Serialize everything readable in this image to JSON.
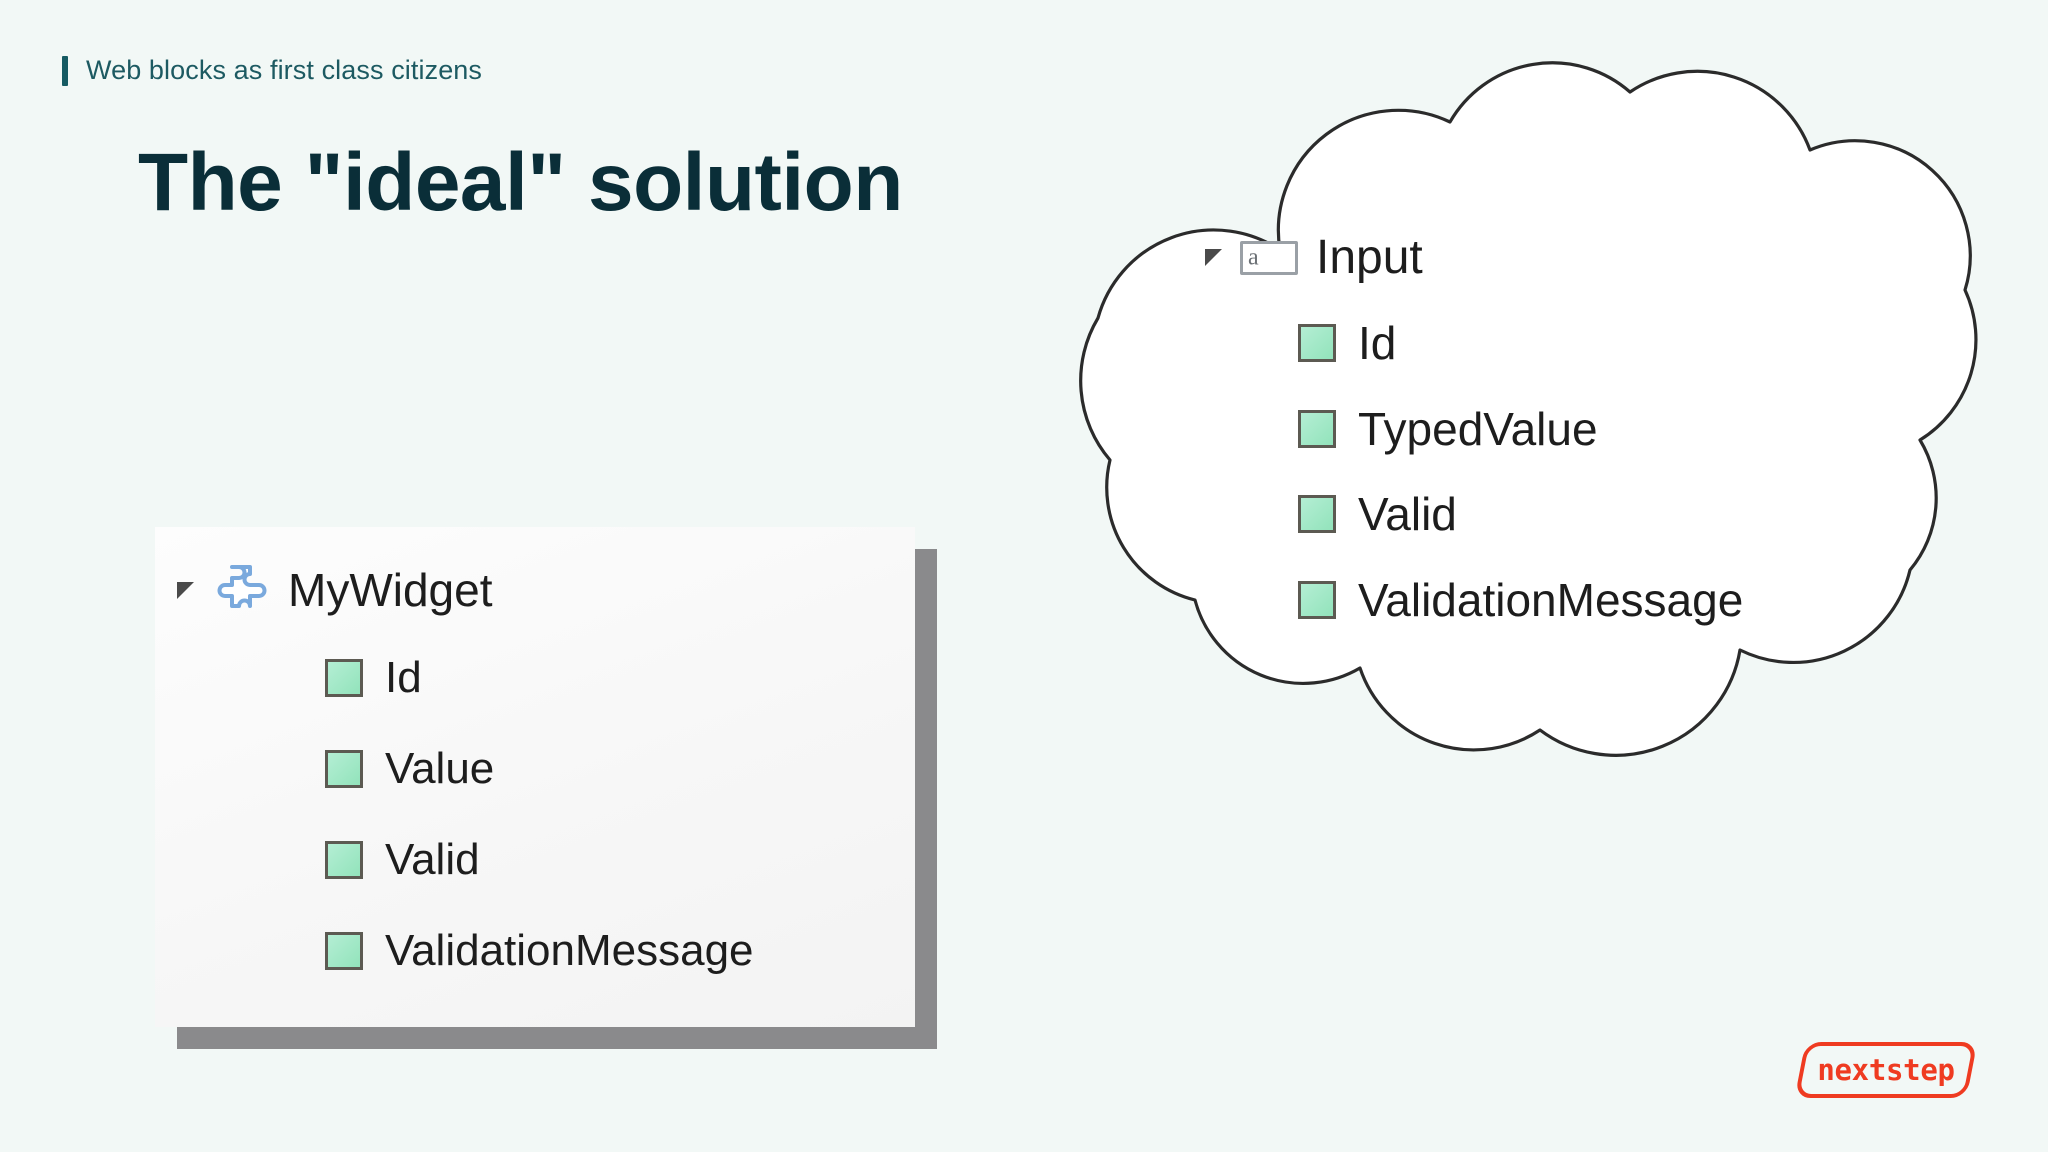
{
  "slide": {
    "eyebrow": "Web blocks as first class citizens",
    "title": "The \"ideal\" solution",
    "background_color": "#f2f8f6",
    "accent_color": "#165b63",
    "title_color": "#0a2e38"
  },
  "left_panel": {
    "kind": "ide-solution-explorer-screenshot",
    "root": {
      "label": "MyWidget",
      "icon": "puzzle-piece-icon",
      "expander": "expander-expanded-icon",
      "expanded": true
    },
    "children": [
      {
        "label": "Id",
        "icon": "property-square-icon"
      },
      {
        "label": "Value",
        "icon": "property-square-icon"
      },
      {
        "label": "Valid",
        "icon": "property-square-icon"
      },
      {
        "label": "ValidationMessage",
        "icon": "property-square-icon"
      }
    ],
    "icon_colors": {
      "property_fill": "#9fe8c6",
      "property_border": "#5c5a52",
      "puzzle_stroke": "#6fa8dc"
    }
  },
  "cloud_panel": {
    "kind": "thought-cloud",
    "root": {
      "label": "Input",
      "icon": "textbox-icon",
      "icon_glyph": "a",
      "expander": "expander-expanded-icon",
      "expanded": true
    },
    "children": [
      {
        "label": "Id",
        "icon": "property-square-icon"
      },
      {
        "label": "TypedValue",
        "icon": "property-square-icon"
      },
      {
        "label": "Valid",
        "icon": "property-square-icon"
      },
      {
        "label": "ValidationMessage",
        "icon": "property-square-icon"
      }
    ],
    "outline_color": "#2b2b2b",
    "fill_color": "#ffffff"
  },
  "logo": {
    "text": "nextstep",
    "color": "#ef3b21"
  }
}
